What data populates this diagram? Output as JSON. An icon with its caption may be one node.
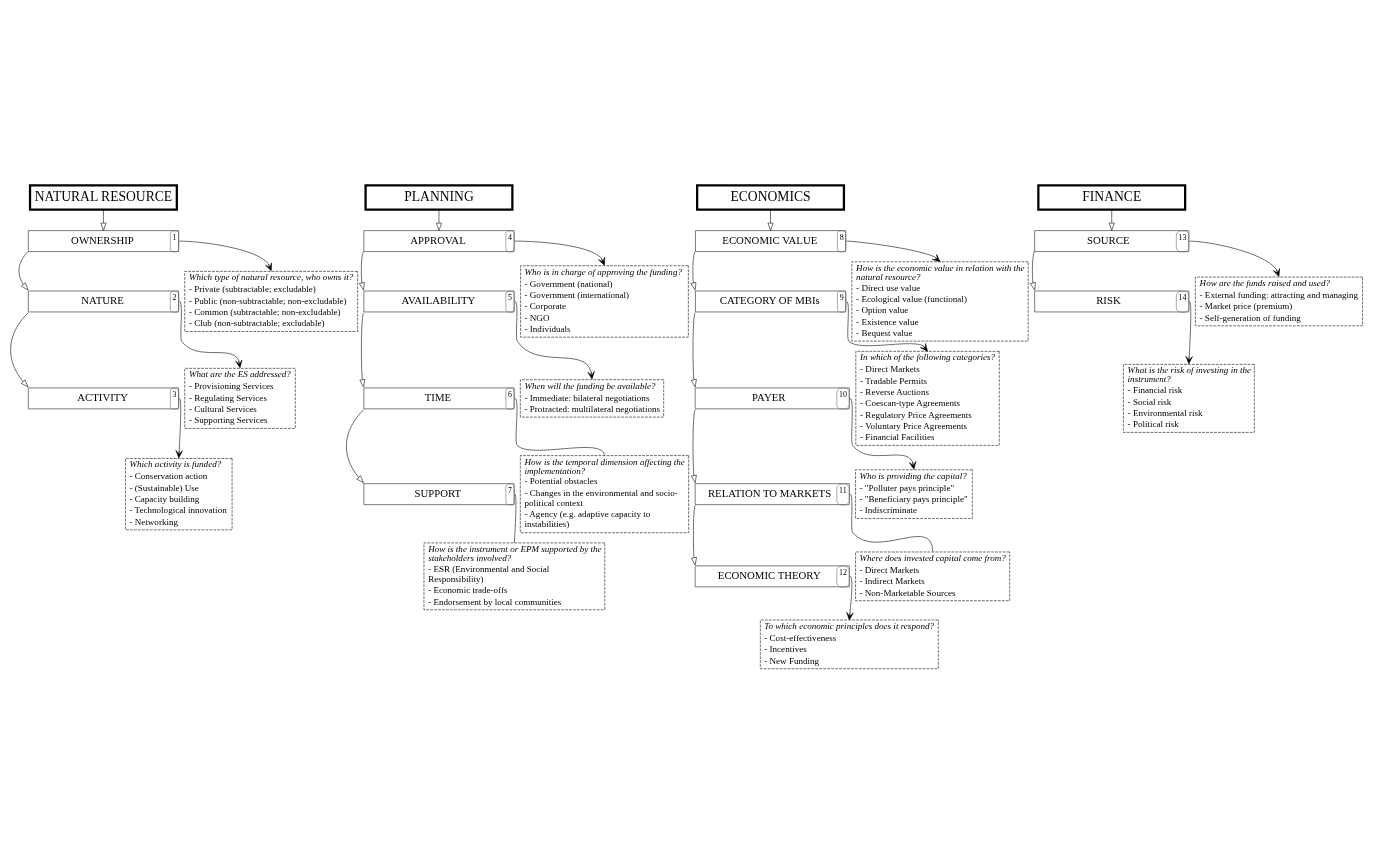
{
  "diagram": {
    "nodes": [
      {
        "text": [
          "NATURAL RESOURCE"
        ]
      },
      {
        "text": [
          "OWNERSHIP",
          "1"
        ]
      },
      {
        "text": [
          "Which type of natural resource, who owns it?",
          "- Private (subtractable; excludable)",
          "- Public (non-subtractable; non-excludable)",
          "- Common (subtractable; non-excludable)",
          "- Club (non-subtractable; excludable)"
        ]
      },
      {
        "text": [
          "NATURE",
          "2"
        ]
      },
      {
        "text": [
          "What are the ES addressed?",
          "- Provisioning Services",
          "- Regulating Services",
          "- Cultural Services",
          "- Supporting Services"
        ]
      },
      {
        "text": [
          "ACTIVITY",
          "3"
        ]
      },
      {
        "text": [
          "Which activity is funded?",
          "- Conservation action",
          "- (Sustainable) Use",
          "- Capacity building",
          "- Technological innovation",
          "- Networking"
        ]
      },
      {
        "text": [
          "PLANNING"
        ]
      },
      {
        "text": [
          "APPROVAL",
          "4"
        ]
      },
      {
        "text": [
          "Who is in charge of approving the funding?",
          "- Government (national)",
          "- Government (international)",
          "- Corporate",
          "- NGO",
          "- Individuals"
        ]
      },
      {
        "text": [
          "AVAILABILITY",
          "5"
        ]
      },
      {
        "text": [
          "When will the funding be available?",
          "- Immediate: bilateral negotiations",
          "- Protracted: multilateral negotiations"
        ]
      },
      {
        "text": [
          "TIME",
          "6"
        ]
      },
      {
        "text": [
          "How is the temporal dimension affecting the implementation?",
          "- Potential obstacles",
          "- Changes in the environmental and socio-political context",
          "- Agency (e.g. adaptive capacity to instabilities)"
        ]
      },
      {
        "text": [
          "SUPPORT",
          "7"
        ]
      },
      {
        "text": [
          "How is the instrument or EPM supported by the stakeholders involved?",
          "- ESR (Environmental and Social Responsibility)",
          "- Economic trade-offs",
          "- Endorsement by local communities"
        ]
      },
      {
        "text": [
          "ECONOMICS"
        ]
      },
      {
        "text": [
          "ECONOMIC VALUE",
          "8"
        ]
      },
      {
        "text": [
          "How is the economic value in relation with the natural resource?",
          "- Direct use value",
          "- Ecological value (functional)",
          "- Option value",
          "- Existence value",
          "- Bequest value"
        ]
      },
      {
        "text": [
          "CATEGORY OF MBIs",
          "9"
        ]
      },
      {
        "text": [
          "In which of the following categories?",
          "- Direct Markets",
          "- Tradable Permits",
          "- Reverse Auctions",
          "- Coescan-type Agreements",
          "- Regulatory Price Agreements",
          "- Voluntary Price Agreements",
          "- Financial Facilities"
        ]
      },
      {
        "text": [
          "PAYER",
          "10"
        ]
      },
      {
        "text": [
          "Who is providing the capital?",
          "- \"Polluter pays principle\"",
          "- \"Beneficiary pays principle\"",
          "- Indiscriminate"
        ]
      },
      {
        "text": [
          "RELATION TO MARKETS",
          "11"
        ]
      },
      {
        "text": [
          "Where does invested capital come from?",
          "- Direct Markets",
          "- Indirect Markets",
          "- Non-Marketable Sources"
        ]
      },
      {
        "text": [
          "ECONOMIC THEORY",
          "12"
        ]
      },
      {
        "text": [
          "To which economic principles does it respond?",
          "- Cost-effectiveness",
          "- Incentives",
          "- New Funding"
        ]
      },
      {
        "text": [
          "FINANCE"
        ]
      },
      {
        "text": [
          "SOURCE",
          "13"
        ]
      },
      {
        "text": [
          "How are the funds raised and used?",
          "- External funding: attracting and managing",
          "- Market price (premium)",
          "- Self-generation of funding"
        ]
      },
      {
        "text": [
          "RISK",
          "14"
        ]
      },
      {
        "text": [
          "What is the risk of investing in the instrument?",
          "- Financial risk",
          "- Social risk",
          "- Environmental risk",
          "- Political risk"
        ]
      }
    ],
    "edges": [
      {
        "from": 0,
        "to": 1,
        "arrow": "to"
      },
      {
        "from": 1,
        "to": 2,
        "arrow": "to"
      },
      {
        "from": 1,
        "to": 3,
        "arrow": "to"
      },
      {
        "from": 3,
        "to": 4,
        "arrow": "to"
      },
      {
        "from": 3,
        "to": 5,
        "arrow": "to"
      },
      {
        "from": 5,
        "to": 6,
        "arrow": "to"
      },
      {
        "from": 7,
        "to": 8,
        "arrow": "to"
      },
      {
        "from": 8,
        "to": 9,
        "arrow": "to"
      },
      {
        "from": 8,
        "to": 10,
        "arrow": "to"
      },
      {
        "from": 10,
        "to": 11,
        "arrow": "to"
      },
      {
        "from": 10,
        "to": 12,
        "arrow": "to"
      },
      {
        "from": 12,
        "to": 13,
        "arrow": "none"
      },
      {
        "from": 12,
        "to": 14,
        "arrow": "to"
      },
      {
        "from": 14,
        "to": 15,
        "arrow": "none"
      },
      {
        "from": 16,
        "to": 17,
        "arrow": "to"
      },
      {
        "from": 17,
        "to": 18,
        "arrow": "to"
      },
      {
        "from": 17,
        "to": 19,
        "arrow": "to"
      },
      {
        "from": 19,
        "to": 20,
        "arrow": "to"
      },
      {
        "from": 19,
        "to": 21,
        "arrow": "to"
      },
      {
        "from": 21,
        "to": 22,
        "arrow": "to"
      },
      {
        "from": 21,
        "to": 23,
        "arrow": "to"
      },
      {
        "from": 23,
        "to": 24,
        "arrow": "none"
      },
      {
        "from": 23,
        "to": 25,
        "arrow": "to"
      },
      {
        "from": 25,
        "to": 26,
        "arrow": "to"
      },
      {
        "from": 27,
        "to": 28,
        "arrow": "to"
      },
      {
        "from": 28,
        "to": 29,
        "arrow": "to"
      },
      {
        "from": 28,
        "to": 30,
        "arrow": "to"
      },
      {
        "from": 30,
        "to": 31,
        "arrow": "to"
      }
    ]
  }
}
